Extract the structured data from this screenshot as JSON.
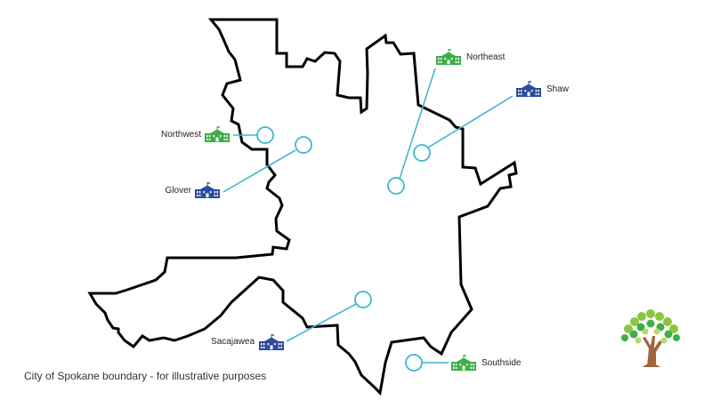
{
  "caption": "City of Spokane boundary - for illustrative purposes",
  "colors": {
    "boundary": "#000000",
    "leader_line": "#3fb7d1",
    "marker_ring": "#3fb7d1",
    "school_green": "#3fae49",
    "school_blue": "#2d4c9e",
    "logo_trunk": "#a0643a",
    "logo_leaves": [
      "#8cc63f",
      "#3fae49",
      "#b9d96a"
    ]
  },
  "icons": {
    "school": "school-building-icon",
    "logo": "tree-logo-icon"
  },
  "schools": [
    {
      "name": "Northeast",
      "icon_color": "green"
    },
    {
      "name": "Shaw",
      "icon_color": "blue"
    },
    {
      "name": "Northwest",
      "icon_color": "green"
    },
    {
      "name": "Glover",
      "icon_color": "blue"
    },
    {
      "name": "Sacajawea",
      "icon_color": "blue"
    },
    {
      "name": "Southside",
      "icon_color": "green"
    }
  ]
}
